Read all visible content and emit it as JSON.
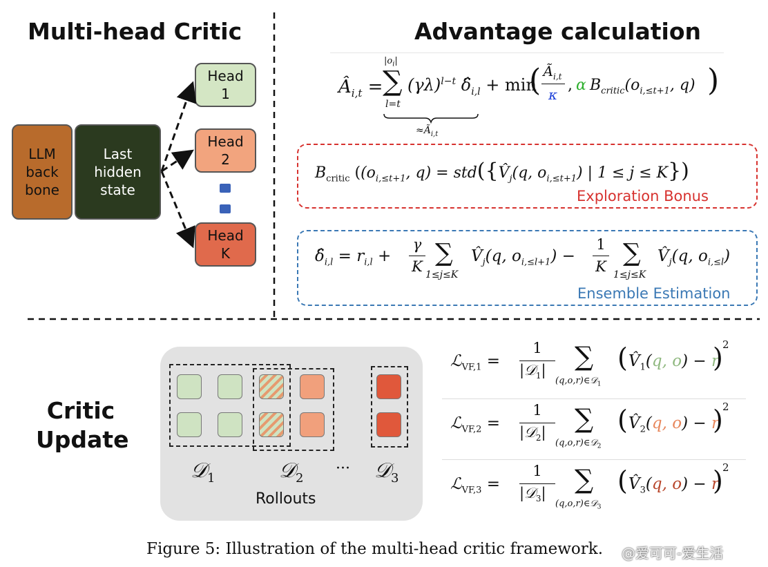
{
  "titles": {
    "multi_head_critic": "Multi-head Critic",
    "advantage_calculation": "Advantage calculation",
    "critic_update": "Critic\nUpdate"
  },
  "boxes": {
    "llm_backbone": "LLM\nback\nbone",
    "last_hidden_state": "Last\nhidden\nstate",
    "head_1": "Head\n1",
    "head_2": "Head\n2",
    "head_k": "Head\nK"
  },
  "formulas": {
    "advantage": {
      "lhs": "Â",
      "lhs_sub": "i,t",
      "sum_upper": "|o",
      "sum_upper_sub": "i",
      "sum_upper_end": "|",
      "sum_lower": "l=t",
      "term": "(γλ)",
      "term_sup": "l−t",
      "delta": "δ̂",
      "delta_sub": "i,l",
      "plus_min": "+ min",
      "frac_num": "Ã",
      "frac_num_sub": "i,t",
      "frac_den": "κ",
      "alpha": "α",
      "b_critic": "B",
      "b_critic_sub": "critic",
      "b_args": "(o",
      "b_args_sub": "i,≤t+1",
      "b_args_end": ", q)",
      "brace_label": "≈Ã",
      "brace_label_sub": "i,t"
    },
    "exploration": {
      "lhs": "B",
      "lhs_sub": "critic",
      "args": "(o",
      "args_sub": "i,≤t+1",
      "args_end": ", q) = std",
      "inner": "V̂",
      "inner_sub": "j",
      "inner_args": "(q, o",
      "inner_args_sub": "i,≤t+1",
      "inner_args_end": ") | 1 ≤ j ≤ K",
      "label": "Exploration Bonus"
    },
    "ensemble": {
      "lhs": "δ̂",
      "lhs_sub": "i,l",
      "eq": "= r",
      "eq_sub": "i,l",
      "plus": "+",
      "frac1_num": "γ",
      "frac1_den": "K",
      "sum_lower": "1≤j≤K",
      "v1": "V̂",
      "v1_sub": "j",
      "v1_args": "(q, o",
      "v1_args_sub": "i,≤l+1",
      "v1_args_end": ") −",
      "frac2_num": "1",
      "frac2_den": "K",
      "v2": "V̂",
      "v2_sub": "j",
      "v2_args": "(q, o",
      "v2_args_sub": "i,≤l",
      "v2_args_end": ")",
      "label": "Ensemble Estimation"
    },
    "loss": [
      {
        "lhs": "ℒ",
        "lhs_sub": "VF,1",
        "num": "1",
        "den": "|𝒟",
        "den_sub": "1",
        "den_end": "|",
        "sum_lower": "(q,o,r)∈𝒟",
        "sum_lower_sub": "1",
        "v": "V̂",
        "v_sub": "1",
        "arg_q": "q",
        "arg_o": "o",
        "arg_r": "r",
        "sq": "2",
        "color": "#8fb87f"
      },
      {
        "lhs": "ℒ",
        "lhs_sub": "VF,2",
        "num": "1",
        "den": "|𝒟",
        "den_sub": "2",
        "den_end": "|",
        "sum_lower": "(q,o,r)∈𝒟",
        "sum_lower_sub": "2",
        "v": "V̂",
        "v_sub": "2",
        "arg_q": "q",
        "arg_o": "o",
        "arg_r": "r",
        "sq": "2",
        "color": "#e8875c"
      },
      {
        "lhs": "ℒ",
        "lhs_sub": "VF,3",
        "num": "1",
        "den": "|𝒟",
        "den_sub": "3",
        "den_end": "|",
        "sum_lower": "(q,o,r)∈𝒟",
        "sum_lower_sub": "3",
        "v": "V̂",
        "v_sub": "3",
        "arg_q": "q",
        "arg_o": "o",
        "arg_r": "r",
        "sq": "2",
        "color": "#b8452a"
      }
    ]
  },
  "rollouts": {
    "label": "Rollouts",
    "d1": "𝒟",
    "d1_sub": "1",
    "d2": "𝒟",
    "d2_sub": "2",
    "d3": "𝒟",
    "d3_sub": "3",
    "ellipsis": "···"
  },
  "caption": "Figure 5: Illustration of the multi-head critic framework.",
  "watermark": "@爱可可-爱生活",
  "colors": {
    "backbone": "#b86b2c",
    "hidden_state": "#2b3a1f",
    "head_1": "#d4e6c4",
    "head_2": "#f2a47e",
    "head_k": "#e06a4c",
    "exploration": "#d7322f",
    "ensemble": "#3a78b4",
    "cell_green": "#cfe3c2",
    "cell_orange": "#f1a07c",
    "cell_red": "#e0583b",
    "rollout_bg": "#e2e2e2"
  }
}
